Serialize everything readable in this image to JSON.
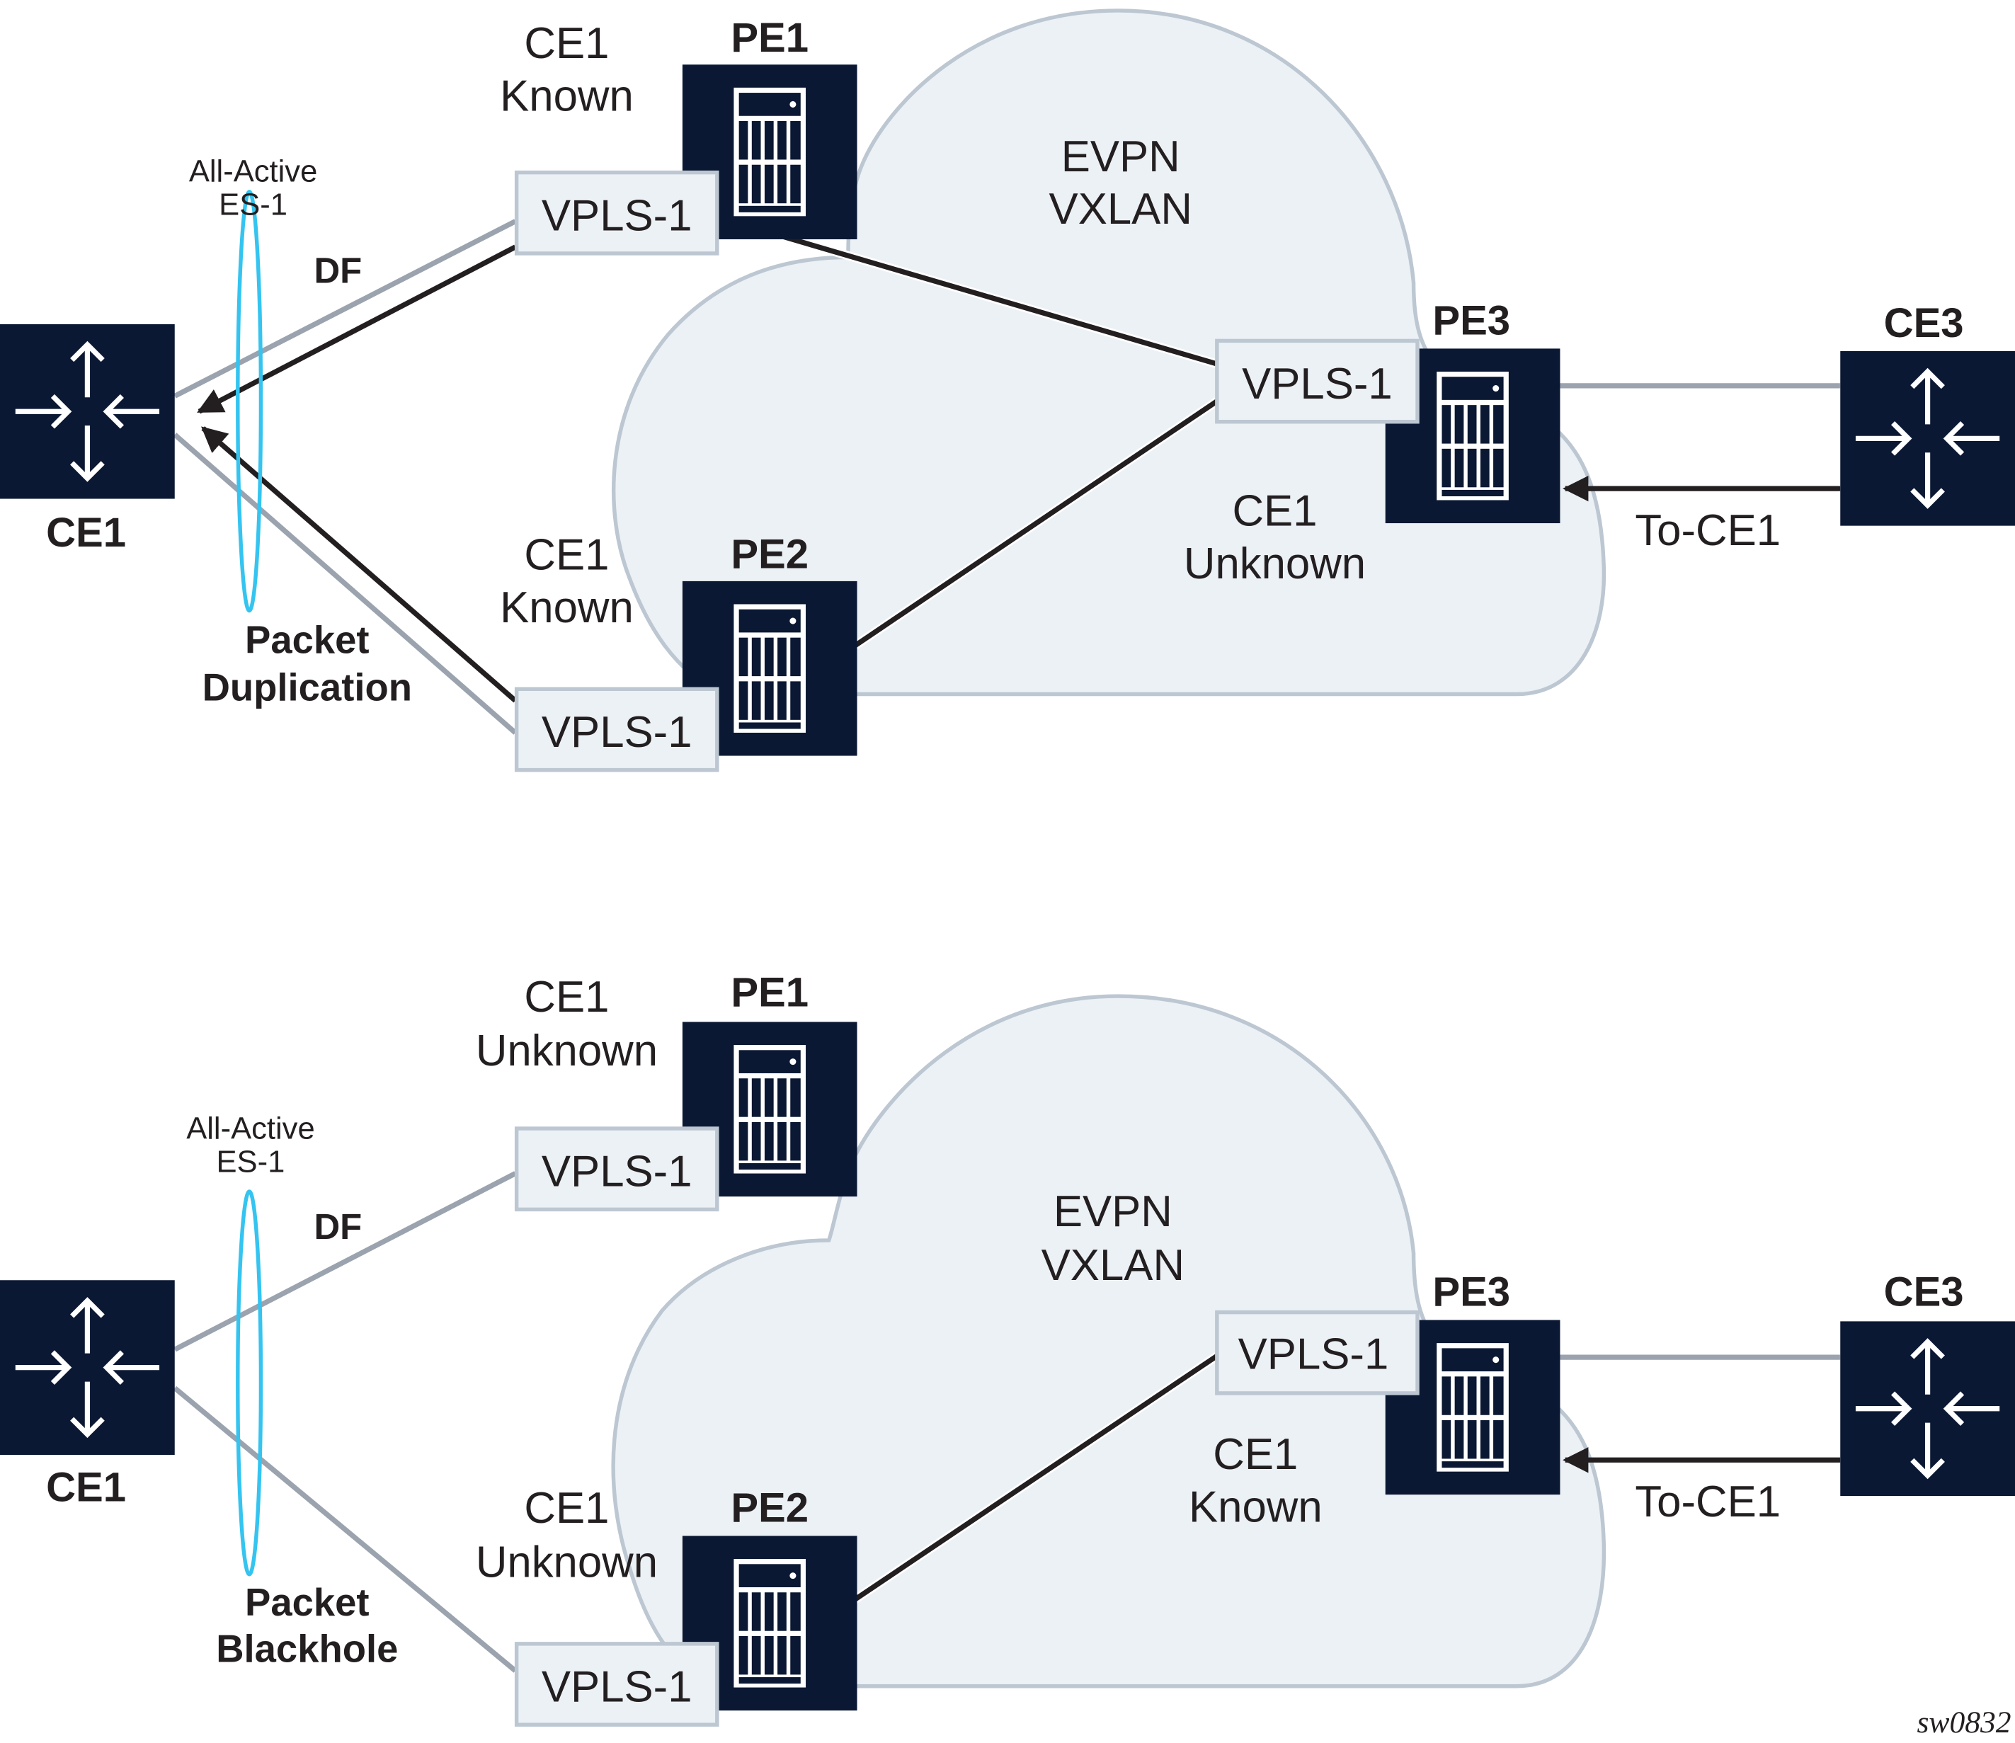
{
  "colors": {
    "device_fill": "#0b1833",
    "cloud_fill": "#ecf1f6",
    "cloud_stroke": "#bcc7d2",
    "link_gray": "#9aa3ae",
    "arrow_dark": "#231f20",
    "es_ring": "#35c4f0",
    "vpls_fill": "#ecf1f6",
    "vpls_stroke": "#bcc7d2"
  },
  "figure_id": "sw0832",
  "diagrams": [
    {
      "scenario": "Packet Duplication",
      "cloud_label_1": "EVPN",
      "cloud_label_2": "VXLAN",
      "es_label_1": "All-Active",
      "es_label_2": "ES-1",
      "df_label": "DF",
      "issue_label_1": "Packet",
      "issue_label_2": "Duplication",
      "ce1_label": "CE1",
      "ce3_label": "CE3",
      "pe1": {
        "name": "PE1",
        "vpls": "VPLS-1",
        "state_1": "CE1",
        "state_2": "Known"
      },
      "pe2": {
        "name": "PE2",
        "vpls": "VPLS-1",
        "state_1": "CE1",
        "state_2": "Known"
      },
      "pe3": {
        "name": "PE3",
        "vpls": "VPLS-1",
        "state_1": "CE1",
        "state_2": "Unknown"
      },
      "to_ce1_label": "To-CE1"
    },
    {
      "scenario": "Packet Blackhole",
      "cloud_label_1": "EVPN",
      "cloud_label_2": "VXLAN",
      "es_label_1": "All-Active",
      "es_label_2": "ES-1",
      "df_label": "DF",
      "issue_label_1": "Packet",
      "issue_label_2": "Blackhole",
      "ce1_label": "CE1",
      "ce3_label": "CE3",
      "pe1": {
        "name": "PE1",
        "vpls": "VPLS-1",
        "state_1": "CE1",
        "state_2": "Unknown"
      },
      "pe2": {
        "name": "PE2",
        "vpls": "VPLS-1",
        "state_1": "CE1",
        "state_2": "Unknown"
      },
      "pe3": {
        "name": "PE3",
        "vpls": "VPLS-1",
        "state_1": "CE1",
        "state_2": "Known"
      },
      "to_ce1_label": "To-CE1"
    }
  ]
}
